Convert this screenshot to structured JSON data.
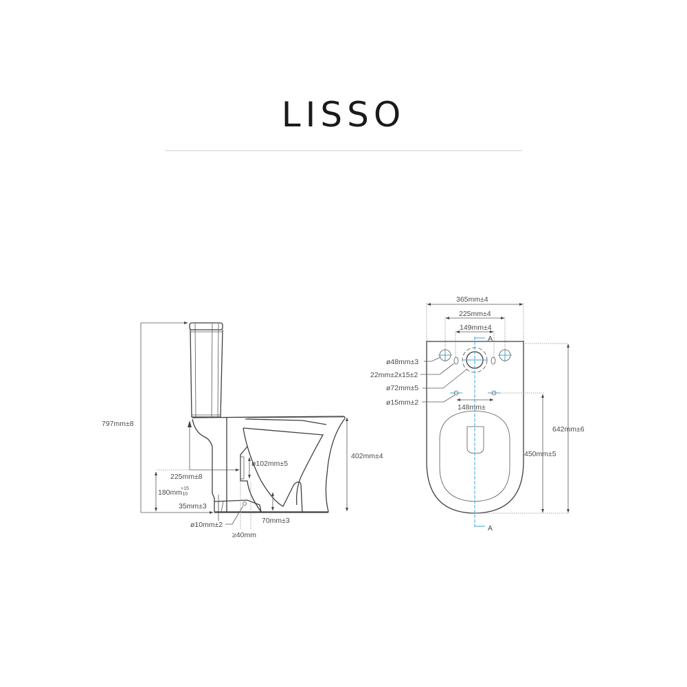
{
  "header": {
    "title": "LISSO"
  },
  "side_view": {
    "dimensions": {
      "overall_height": "797mm±8",
      "bowl_height": "402mm±4",
      "outlet_diameter": "ø102mm±5",
      "outlet_offset": "225mm±8",
      "outlet_height": "180mm",
      "outlet_height_tol_plus": "+15",
      "outlet_height_tol_minus": "-10",
      "base_height": "35mm±3",
      "fixing_hole": "ø10mm±2",
      "outlet_clearance": "≥40mm",
      "trap_depth": "70mm±3"
    }
  },
  "plan_view": {
    "dimensions": {
      "overall_width": "365mm±4",
      "fixing_span": "225mm±4",
      "slot_span": "149mm±4",
      "rear_fixing_hole": "ø48mm±3",
      "slot_size": "22mm±2x15±2",
      "inlet_diameter": "ø72mm±5",
      "floor_fixing_hole": "ø15mm±2",
      "floor_fixing_span": "148mm±",
      "overall_depth": "642mm±6",
      "bowl_depth": "450mm±5",
      "section_marker_top": "A",
      "section_marker_bottom": "A"
    },
    "colors": {
      "centerline": "#3aa5d4",
      "outline": "#3e3e3e"
    }
  }
}
